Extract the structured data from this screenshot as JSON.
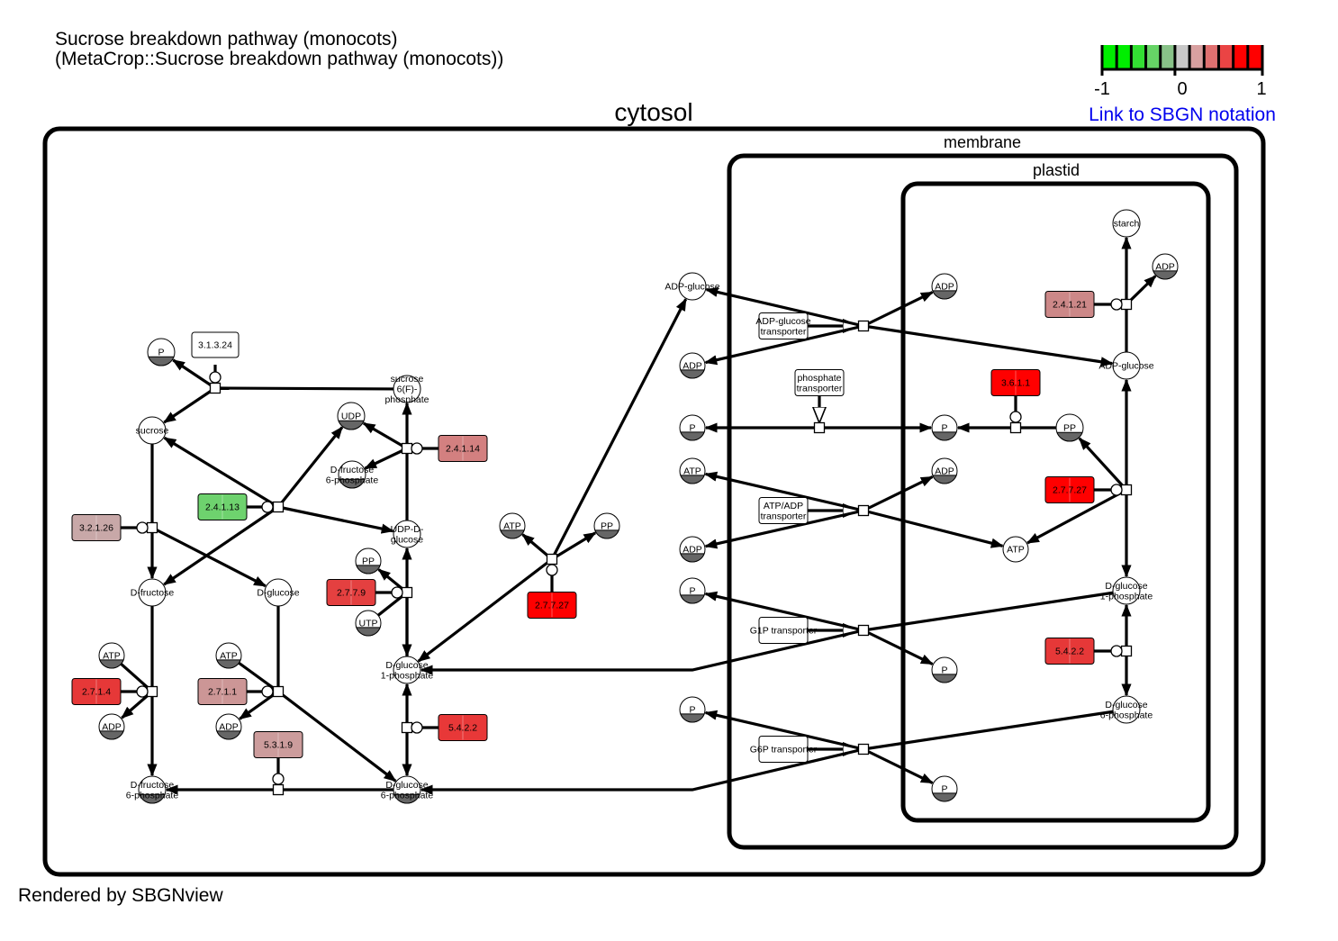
{
  "header": {
    "title_line1": "Sucrose breakdown pathway (monocots)",
    "title_line2": "(MetaCrop::Sucrose breakdown pathway (monocots))",
    "footer": "Rendered by SBGNview",
    "sbgn_link": "Link to SBGN notation"
  },
  "legend": {
    "ticks": [
      "-1",
      "0",
      "1"
    ],
    "colors": [
      "#00ee00",
      "#00ee00",
      "#33e033",
      "#66d466",
      "#88c288",
      "#c8c8c8",
      "#d8a0a0",
      "#e07070",
      "#ea4444",
      "#ff0000",
      "#ff0000"
    ]
  },
  "compartments": {
    "cytosol": "cytosol",
    "membrane": "membrane",
    "plastid": "plastid"
  },
  "metabolites": {
    "p_top": "P",
    "sucrose": "sucrose",
    "s6fp": "sucrose\n6(F)-\nphosphate",
    "udp": "UDP",
    "f6p_mid": "D-fructose\n6-phosphate",
    "udp_glucose": "UDP-D-\nglucose",
    "d_fructose": "D-fructose",
    "d_glucose": "D-glucose",
    "pp_left": "PP",
    "utp": "UTP",
    "g1p_cyt": "D-glucose\n1-phosphate",
    "atp_fk": "ATP",
    "adp_fk": "ADP",
    "atp_hk": "ATP",
    "adp_hk": "ADP",
    "f6p_bottom": "D-fructose\n6-phosphate",
    "g6p_cyt": "D-glucose\n6-phosphate",
    "atp_mid": "ATP",
    "pp_mid": "PP",
    "adpg_cyt": "ADP-glucose",
    "adp_cyt1": "ADP",
    "p_cyt1": "P",
    "atp_cyt": "ATP",
    "adp_cyt2": "ADP",
    "p_cyt2": "P",
    "p_cyt3": "P",
    "adp_pl1": "ADP",
    "p_pl1": "P",
    "adp_pl2": "ADP",
    "atp_pl": "ATP",
    "p_pl2": "P",
    "p_pl3": "P",
    "starch": "starch",
    "adp_pl3": "ADP",
    "adpg_pl": "ADP-glucose",
    "pp_pl": "PP",
    "g1p_pl": "D-glucose\n1-phosphate",
    "g6p_pl": "D-glucose\n6-phosphate"
  },
  "enzymes": {
    "e3_1_3_24": "3.1.3.24",
    "e2_4_1_14": "2.4.1.14",
    "e2_4_1_13": "2.4.1.13",
    "e3_2_1_26": "3.2.1.26",
    "e2_7_7_9": "2.7.7.9",
    "e2_7_1_4": "2.7.1.4",
    "e2_7_1_1": "2.7.1.1",
    "e5_3_1_9": "5.3.1.9",
    "e5_4_2_2_cyt": "5.4.2.2",
    "e2_7_7_27_cyt": "2.7.7.27",
    "e2_4_1_21": "2.4.1.21",
    "e3_6_1_1": "3.6.1.1",
    "e2_7_7_27_pl": "2.7.7.27",
    "e5_4_2_2_pl": "5.4.2.2",
    "adpg_transporter": "ADP-glucose\ntransporter",
    "phosphate_transporter": "phosphate\ntransporter",
    "atp_adp_transporter": "ATP/ADP\ntransporter",
    "g1p_transporter": "G1P transporter",
    "g6p_transporter": "G6P transporter"
  },
  "enzyme_colors": {
    "e3_1_3_24": "#ffffff",
    "e2_4_1_14": "#d38080",
    "e2_4_1_13": "#6ed26e",
    "e3_2_1_26": "#c8a8a8",
    "e2_7_7_9": "#e44040",
    "e2_7_1_4": "#e63838",
    "e2_7_1_1": "#cc9696",
    "e5_3_1_9": "#cc9c9c",
    "e5_4_2_2_cyt": "#e83838",
    "e2_7_7_27_cyt": "#ff0000",
    "e2_4_1_21": "#cc8888",
    "e3_6_1_1": "#ff0000",
    "e2_7_7_27_pl": "#ff0000",
    "e5_4_2_2_pl": "#e63838",
    "adpg_transporter": "#ffffff",
    "phosphate_transporter": "#ffffff",
    "atp_adp_transporter": "#ffffff",
    "g1p_transporter": "#ffffff",
    "g6p_transporter": "#ffffff"
  }
}
